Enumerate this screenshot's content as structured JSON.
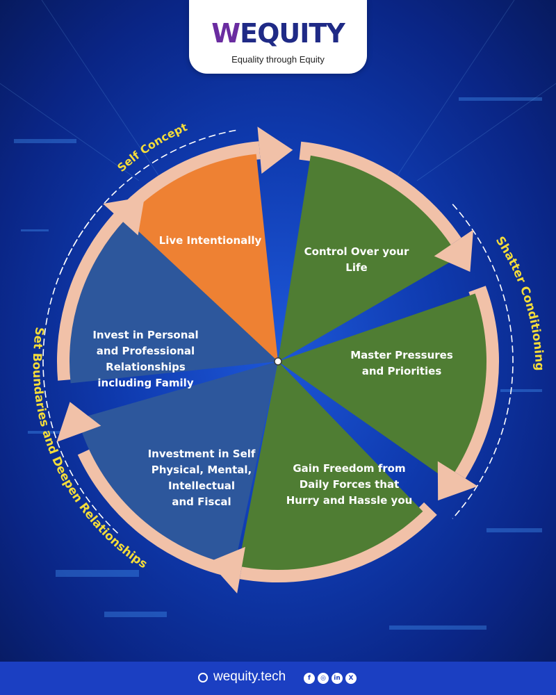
{
  "brand": {
    "name_prefix": "W",
    "name_rest": "EQUITY",
    "tagline": "Equality through Equity"
  },
  "ring_labels": {
    "self_concept": "Self Concept",
    "shatter_conditioning": "Shatter Conditioning",
    "set_boundaries": "Set Boundaries and Deepen Relationships"
  },
  "segments": [
    {
      "lines": [
        "Live Intentionally"
      ],
      "color": "#ee8133"
    },
    {
      "lines": [
        "Control Over your",
        "Life"
      ],
      "color": "#4f7d33"
    },
    {
      "lines": [
        "Master Pressures",
        "and Priorities"
      ],
      "color": "#4f7d33"
    },
    {
      "lines": [
        "Gain Freedom from",
        "Daily Forces that",
        "Hurry and Hassle you"
      ],
      "color": "#4f7d33"
    },
    {
      "lines": [
        "Investment in Self",
        "Physical, Mental,",
        "Intellectual",
        "and Fiscal"
      ],
      "color": "#2d579c"
    },
    {
      "lines": [
        "Invest in Personal",
        "and Professional",
        "Relationships",
        "including Family"
      ],
      "color": "#2d579c"
    }
  ],
  "colors": {
    "ring": "#f1c1a8",
    "label_yellow": "#f4dc3a",
    "dash": "#ffffff"
  },
  "footer": {
    "site": "wequity.tech",
    "icons": [
      "globe-icon",
      "facebook-icon",
      "instagram-icon",
      "linkedin-icon",
      "x-icon"
    ]
  }
}
